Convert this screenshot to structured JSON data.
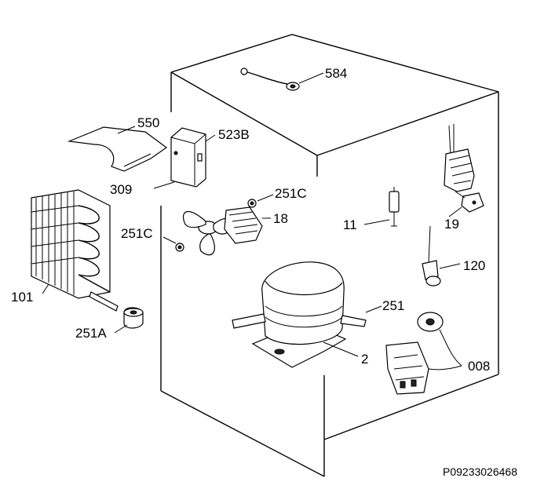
{
  "labels": {
    "p584": "584",
    "p550": "550",
    "p523b": "523B",
    "p309": "309",
    "p251c_top": "251C",
    "p18": "18",
    "p251c_left": "251C",
    "p101": "101",
    "p251a": "251A",
    "p11": "11",
    "p19": "19",
    "p120": "120",
    "p251": "251",
    "p2": "2",
    "p008": "008"
  },
  "reference": "P09233026468"
}
